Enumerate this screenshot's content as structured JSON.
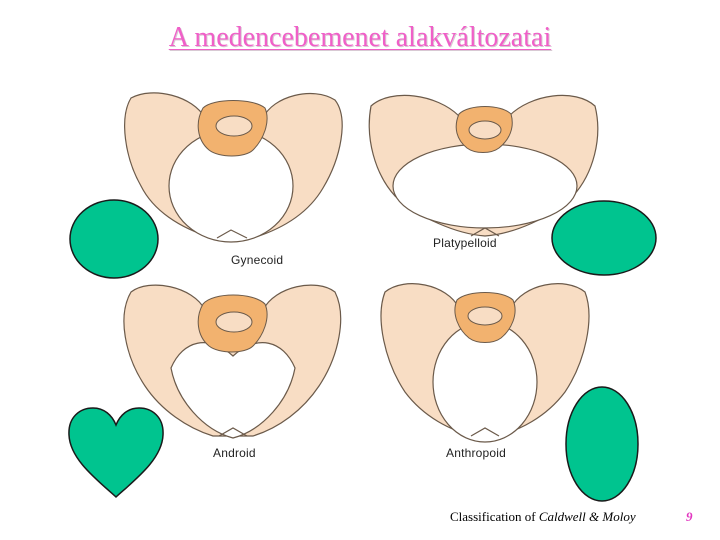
{
  "slide": {
    "title": "A medencebemenet alakváltozatai",
    "footer_prefix": "Classification of ",
    "footer_authors": "Caldwell & Moloy",
    "page_number": "9"
  },
  "pelvis_types": [
    {
      "label": "Gynecoid"
    },
    {
      "label": "Platypelloid"
    },
    {
      "label": "Android"
    },
    {
      "label": "Anthropoid"
    }
  ],
  "colors": {
    "title": "#f05fc8",
    "shape_fill": "#00c48f",
    "shape_stroke": "#1a1a1a",
    "bone_fill": "#f8ddc4",
    "bone_stroke": "#6b5a4a",
    "sacrum_fill": "#f2b26f",
    "page_number": "#e236c0"
  }
}
